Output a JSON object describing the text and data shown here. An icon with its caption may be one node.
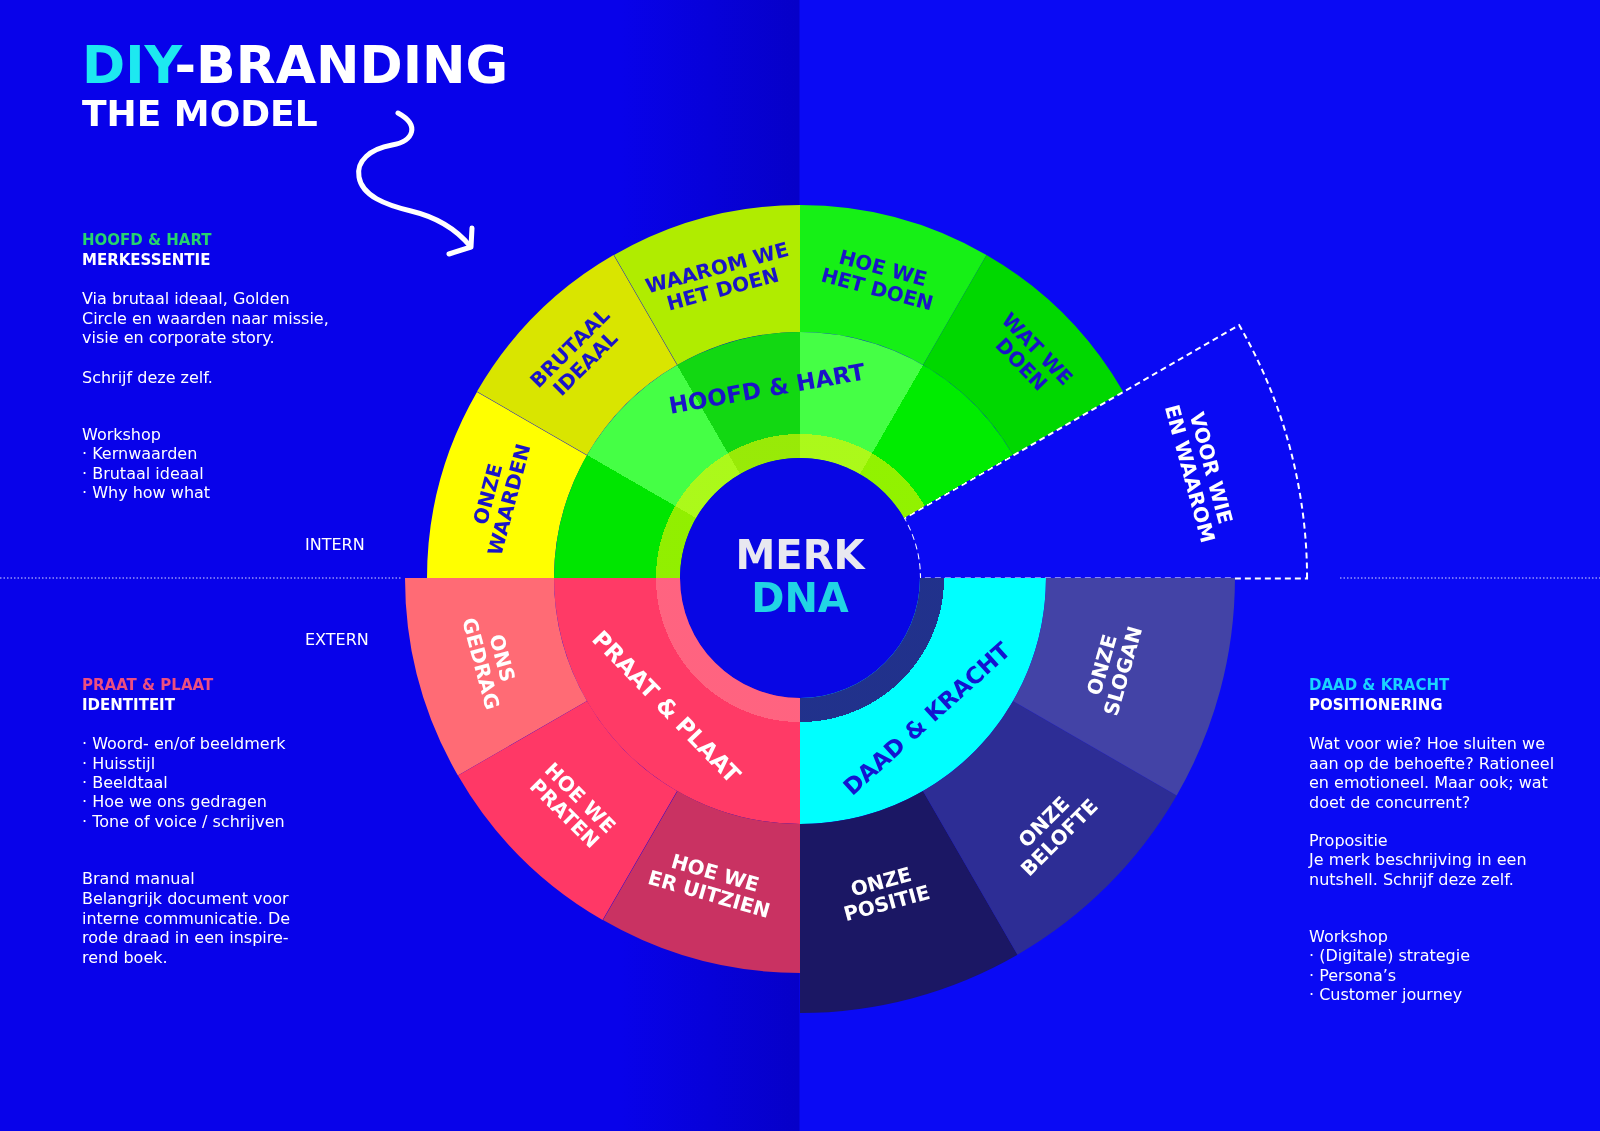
{
  "diagram": {
    "title": "DIY-BRANDING THE MODEL",
    "nodes": [
      {
        "text": [
          "ONZE WAARDEN"
        ]
      },
      {
        "text": [
          "BRUTAAL IDEAAL"
        ]
      },
      {
        "text": [
          "WAAROM WE HET DOEN"
        ]
      },
      {
        "text": [
          "HOE WE HET DOEN"
        ]
      },
      {
        "text": [
          "WAT WE DOEN"
        ]
      },
      {
        "text": [
          "VOOR WIE EN WAAROM"
        ]
      },
      {
        "text": [
          "HOOFD & HART"
        ]
      },
      {
        "text": [
          "MERK",
          "DNA"
        ]
      },
      {
        "text": [
          "PRAAT & PLAAT"
        ]
      },
      {
        "text": [
          "DAAD & KRACHT"
        ]
      },
      {
        "text": [
          "ONS GEDRAG"
        ]
      },
      {
        "text": [
          "HOE WE PRATEN"
        ]
      },
      {
        "text": [
          "HOE WE ER UITZIEN"
        ]
      },
      {
        "text": [
          "ONZE POSITIE"
        ]
      },
      {
        "text": [
          "ONZE BELOFTE"
        ]
      },
      {
        "text": [
          "ONZE SLOGAN"
        ]
      }
    ],
    "labels": [
      "HOOFD & HART",
      "MERKESSENTIE",
      "Via brutaal ideaal, Golden Circle en waarden naar missie, visie en corporate story.",
      "Schrijf deze zelf.",
      "Workshop",
      "· Kernwaarden",
      "· Brutaal ideaal",
      "· Why how what",
      "INTERN",
      "EXTERN",
      "PRAAT & PLAAT",
      "IDENTITEIT",
      "· Woord- en/of beeldmerk",
      "· Huisstijl",
      "· Beeldtaal",
      "· Hoe we ons gedragen",
      "· Tone of voice / schrijven",
      "Brand manual",
      "Belangrijk document voor interne communicatie. De rode draad in een inspire-rend boek.",
      "DAAD & KRACHT",
      "POSITIONERING",
      "Wat voor wie? Hoe sluiten we aan op de behoefte? Rationeel en emotioneel. Maar ook; wat doet de concurrent?",
      "Propositie",
      "Je merk beschrijving in een nutshell. Schrijf deze zelf.",
      "Workshop",
      "· (Digitale) strategie",
      "· Persona’s",
      "· Customer journey"
    ]
  }
}
